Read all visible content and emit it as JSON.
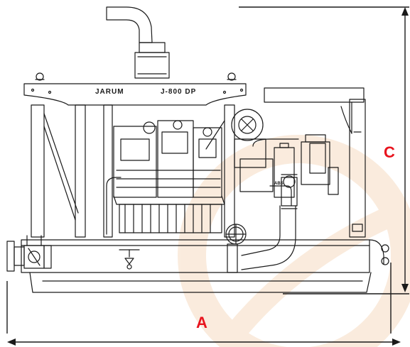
{
  "diagram": {
    "frame_brand": "JARUM",
    "frame_model": "J-800 DP",
    "pump_badge": "ABS",
    "dimension_width_label": "A",
    "dimension_height_label": "C"
  },
  "colors": {
    "line": "#1a1a1a",
    "dimension_label": "#e8141e",
    "watermark": "#f2c9a0"
  }
}
